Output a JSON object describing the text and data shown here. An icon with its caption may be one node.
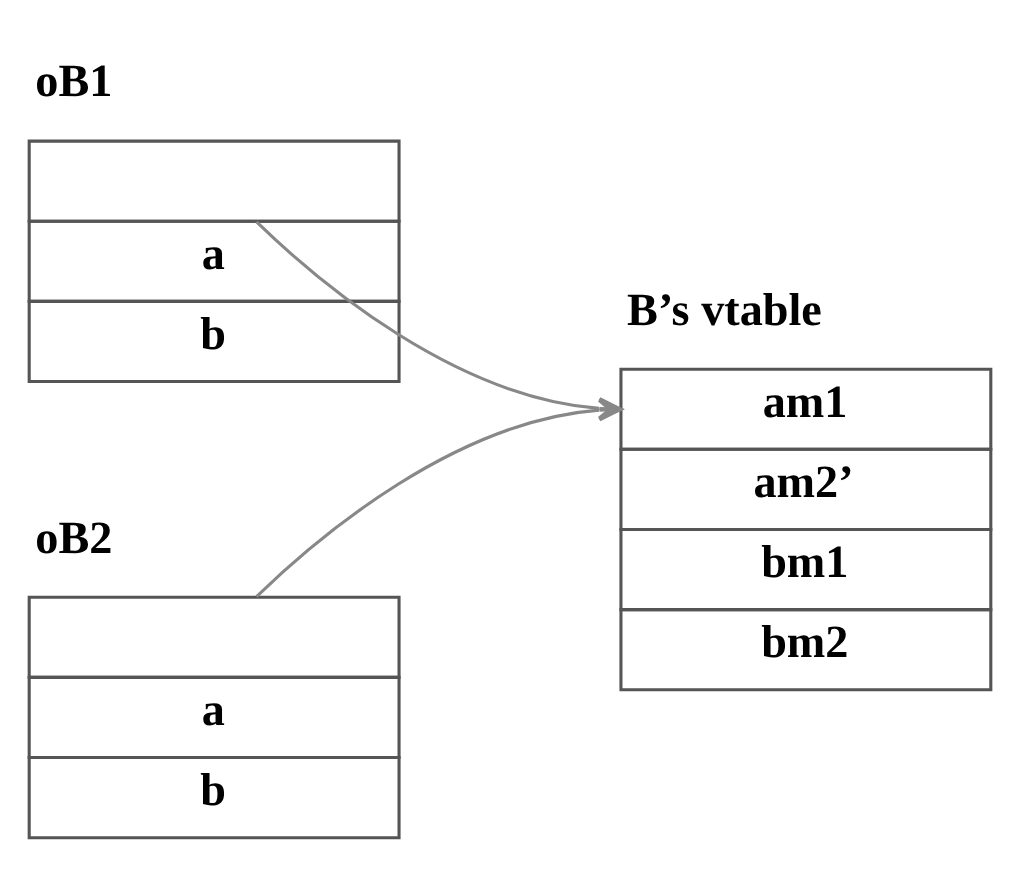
{
  "diagram": {
    "nodes": [
      {
        "text": [
          "oB1",
          "a",
          "b"
        ]
      },
      {
        "text": [
          "B’s vtable",
          "am1",
          "am2’",
          "bm1",
          "bm2"
        ]
      },
      {
        "text": [
          "oB2",
          "a",
          "b"
        ]
      }
    ],
    "edges": [
      {
        "from": 0,
        "to": 1,
        "arrow": "to"
      },
      {
        "from": 2,
        "to": 1,
        "arrow": "to"
      }
    ]
  }
}
